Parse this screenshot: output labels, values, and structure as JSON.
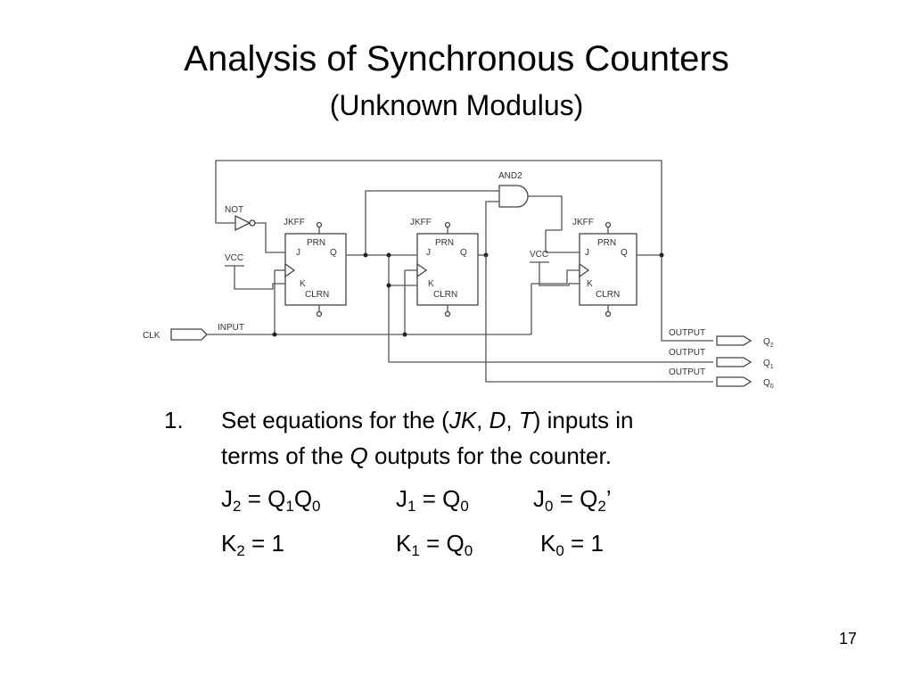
{
  "slide": {
    "title": "Analysis of Synchronous Counters",
    "subtitle": "(Unknown Modulus)",
    "page_number": "17"
  },
  "circuit": {
    "gate_labels": {
      "not": "NOT",
      "and": "AND2"
    },
    "ff_labels": {
      "type": "JKFF",
      "prn": "PRN",
      "clrn": "CLRN",
      "j": "J",
      "k": "K",
      "q": "Q"
    },
    "vcc_label": "VCC",
    "input_label": "INPUT",
    "clk_label": "CLK",
    "output_label": "OUTPUT",
    "outputs": [
      "Q",
      "Q",
      "Q"
    ],
    "output_subscripts": [
      "2",
      "1",
      "0"
    ]
  },
  "steps": [
    {
      "number": "1.",
      "line1_a": "Set equations for the (",
      "line1_jk": "JK",
      "line1_c1": ", ",
      "line1_d": "D",
      "line1_c2": ", ",
      "line1_t": "T",
      "line1_b": ") inputs in",
      "line2_a": "terms of the ",
      "line2_q": "Q",
      "line2_b": " outputs for the counter."
    }
  ],
  "equations": [
    {
      "lhs": "J",
      "lhs_sub": "2",
      "op": " = ",
      "t1": "Q",
      "t1_sub": "1",
      "t2": "Q",
      "t2_sub": "0",
      "tail": ""
    },
    {
      "lhs": "J",
      "lhs_sub": "1",
      "op": " = ",
      "t1": "Q",
      "t1_sub": "0",
      "t2": "",
      "t2_sub": "",
      "tail": ""
    },
    {
      "lhs": "J",
      "lhs_sub": "0",
      "op": " = ",
      "t1": "Q",
      "t1_sub": "2",
      "t2": "",
      "t2_sub": "",
      "tail": "’"
    },
    {
      "lhs": "K",
      "lhs_sub": "2",
      "op": " = ",
      "t1": "1",
      "t1_sub": "",
      "t2": "",
      "t2_sub": "",
      "tail": ""
    },
    {
      "lhs": "K",
      "lhs_sub": "1",
      "op": " = ",
      "t1": "Q",
      "t1_sub": "0",
      "t2": "",
      "t2_sub": "",
      "tail": ""
    },
    {
      "lhs": "K",
      "lhs_sub": "0",
      "op": " = ",
      "t1": "1",
      "t1_sub": "",
      "t2": "",
      "t2_sub": "",
      "tail": ""
    }
  ]
}
